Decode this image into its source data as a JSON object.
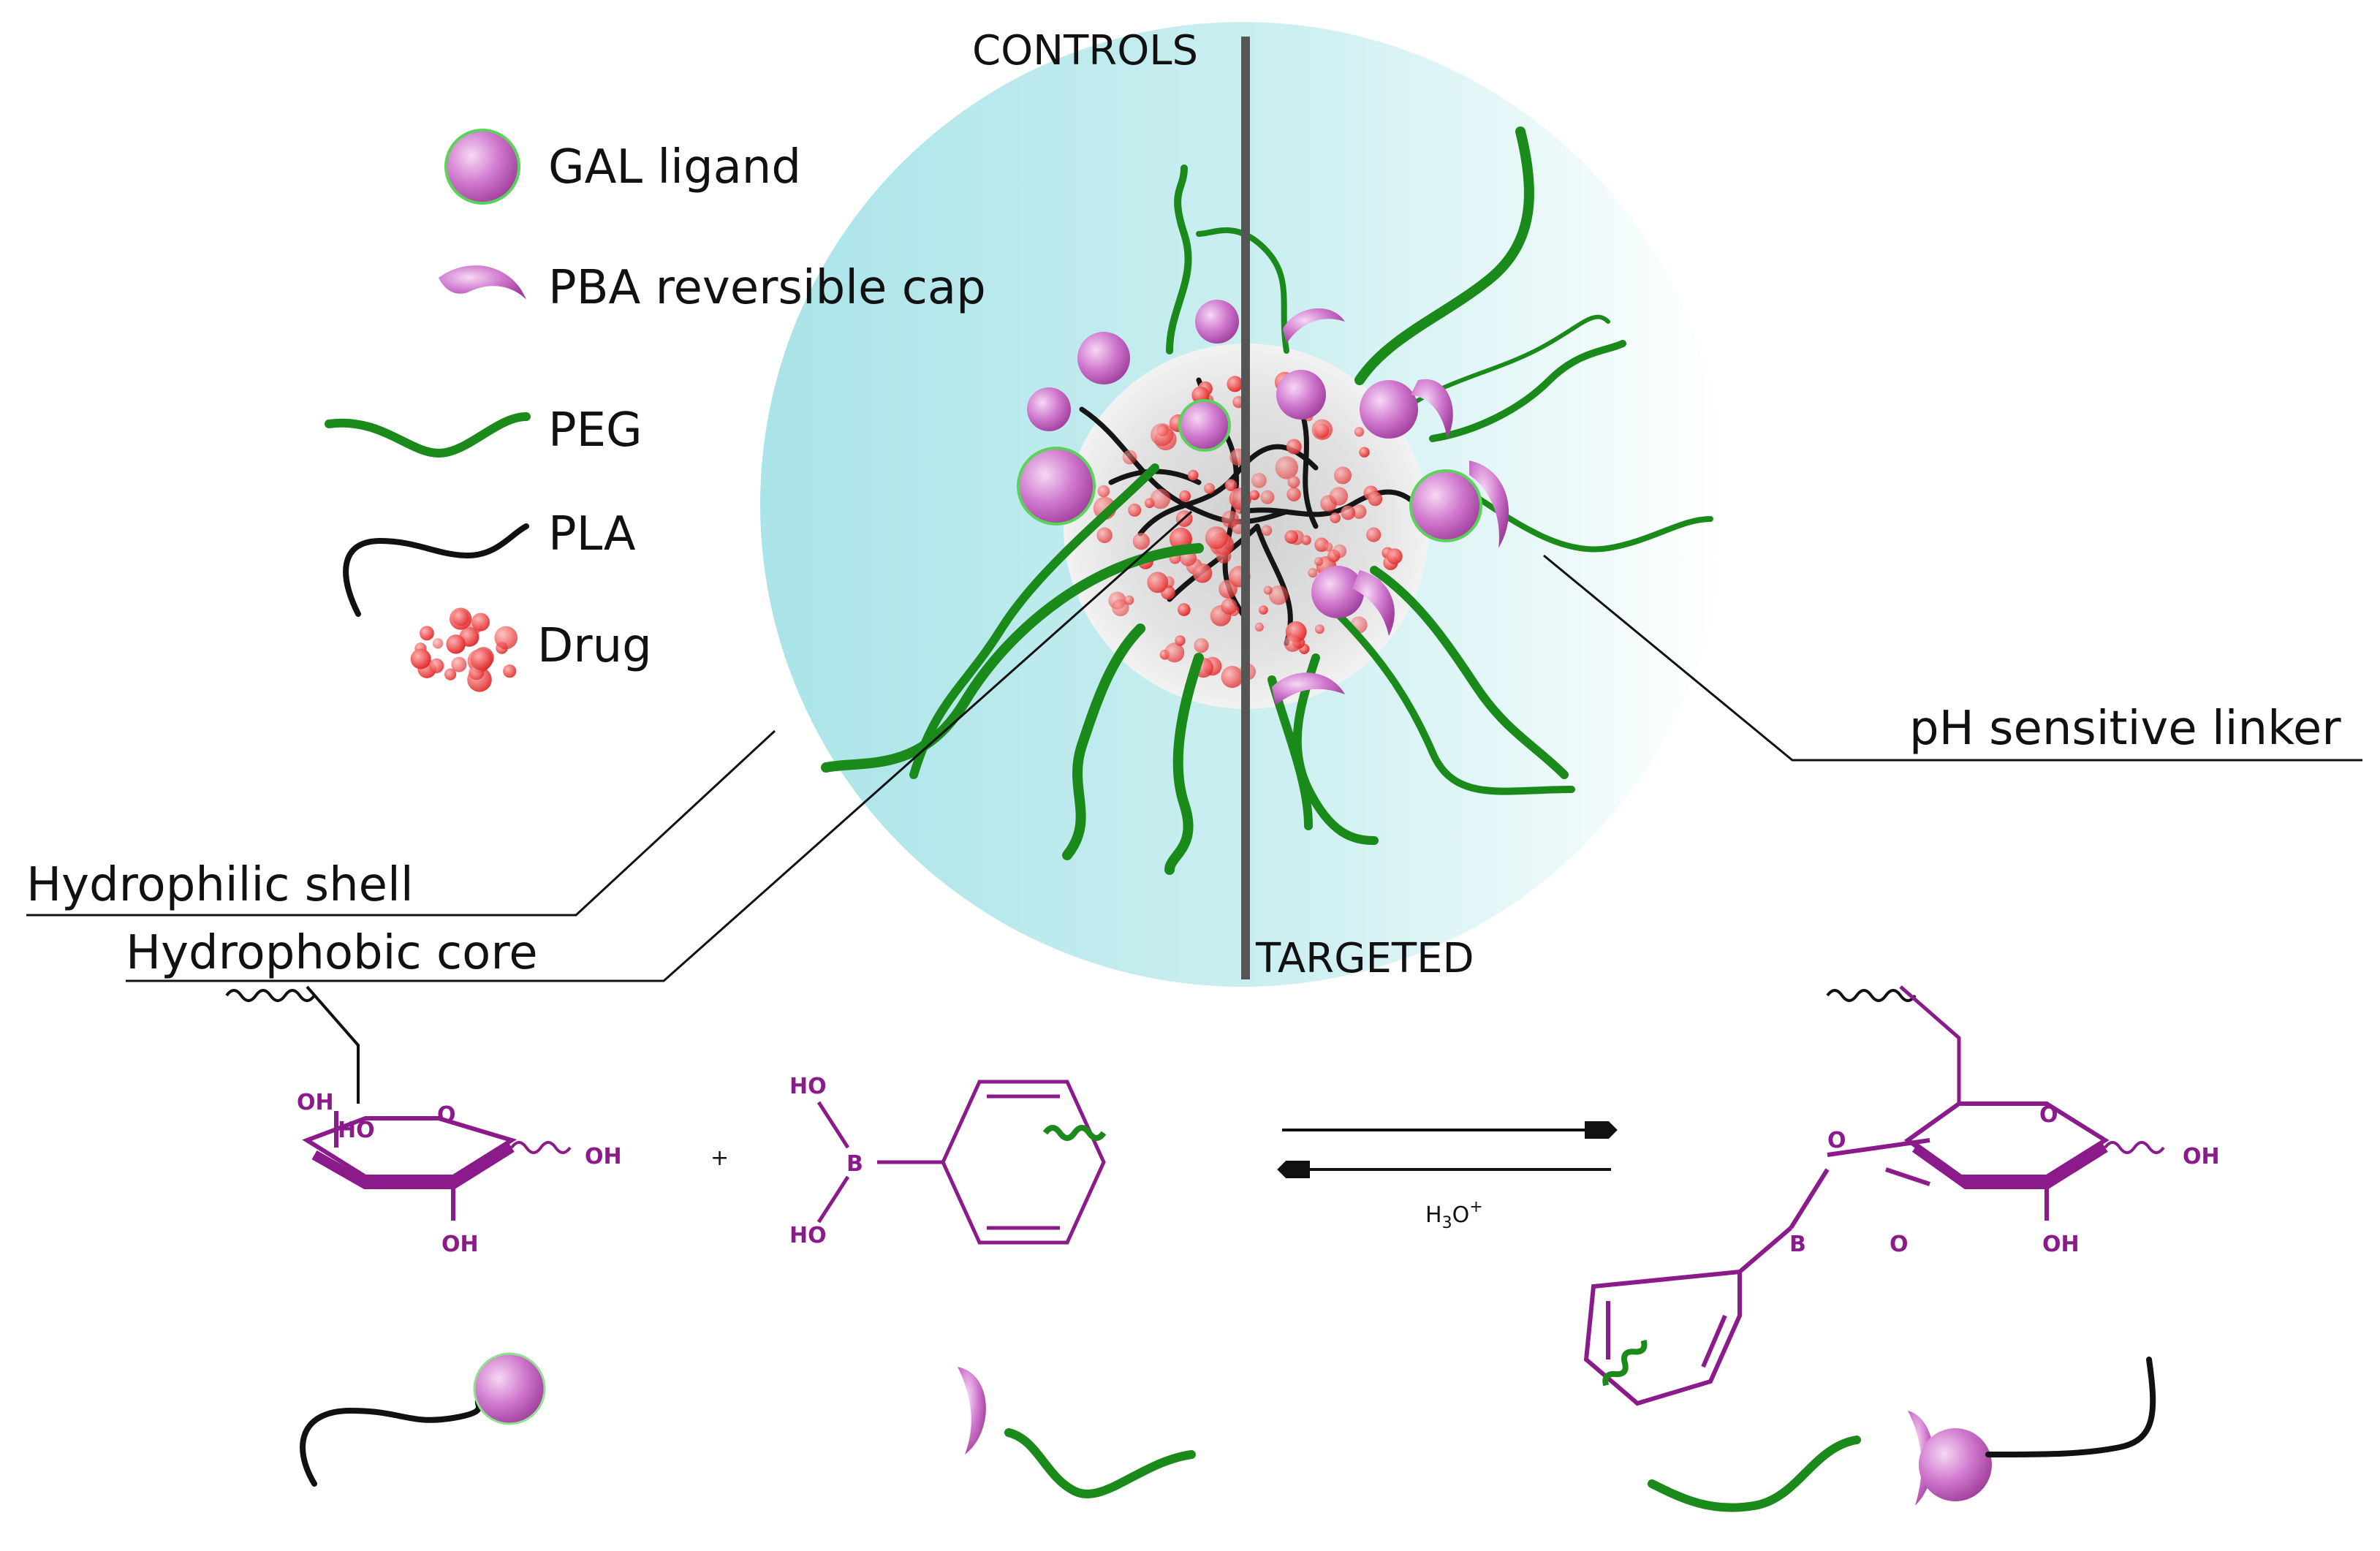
{
  "legend": {
    "gal_ligand": "GAL ligand",
    "pba_cap": "PBA reversible cap",
    "peg": "PEG",
    "pla": "PLA",
    "drug": "Drug"
  },
  "panel_labels": {
    "controls": "CONTROLS",
    "targeted": "TARGETED"
  },
  "callouts": {
    "hydrophilic_shell": "Hydrophilic shell",
    "hydrophobic_core": "Hydrophobic core",
    "ph_linker": "pH sensitive linker"
  },
  "reaction": {
    "oh": "OH",
    "ho": "HO",
    "boron": "B",
    "ring_oxygen": "O",
    "plus": "+",
    "catalyst": "H3O+",
    "catalyst_base": "H",
    "catalyst_sub": "3",
    "catalyst_o": "O",
    "catalyst_sup": "+"
  },
  "colors": {
    "peg_green": "#1a8a1a",
    "pla_black": "#111111",
    "ligand_magenta": "#c060c0",
    "drug_red": "#e83030",
    "shell_cyan": "#bfe9ec",
    "chem_purple": "#8b1a8b"
  }
}
